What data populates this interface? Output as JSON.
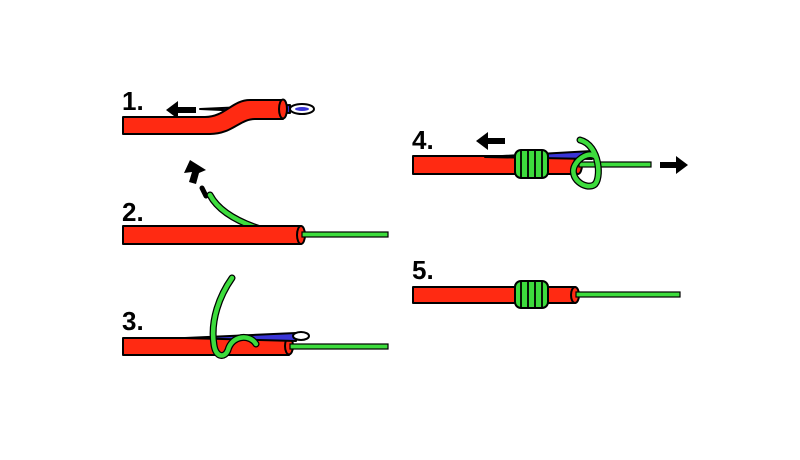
{
  "colors": {
    "tube": "#ff2a12",
    "line": "#3ddc3d",
    "needle": "#3a35d6",
    "outline": "#000000",
    "arrow": "#000000"
  },
  "steps": [
    {
      "label": "1.",
      "icons": [
        "left-arrow-icon",
        "needle-icon"
      ]
    },
    {
      "label": "2.",
      "icons": [
        "curved-arrow-icon"
      ]
    },
    {
      "label": "3.",
      "icons": [
        "needle-icon"
      ]
    },
    {
      "label": "4.",
      "icons": [
        "left-arrow-icon",
        "right-arrow-icon"
      ]
    },
    {
      "label": "5.",
      "icons": []
    }
  ]
}
